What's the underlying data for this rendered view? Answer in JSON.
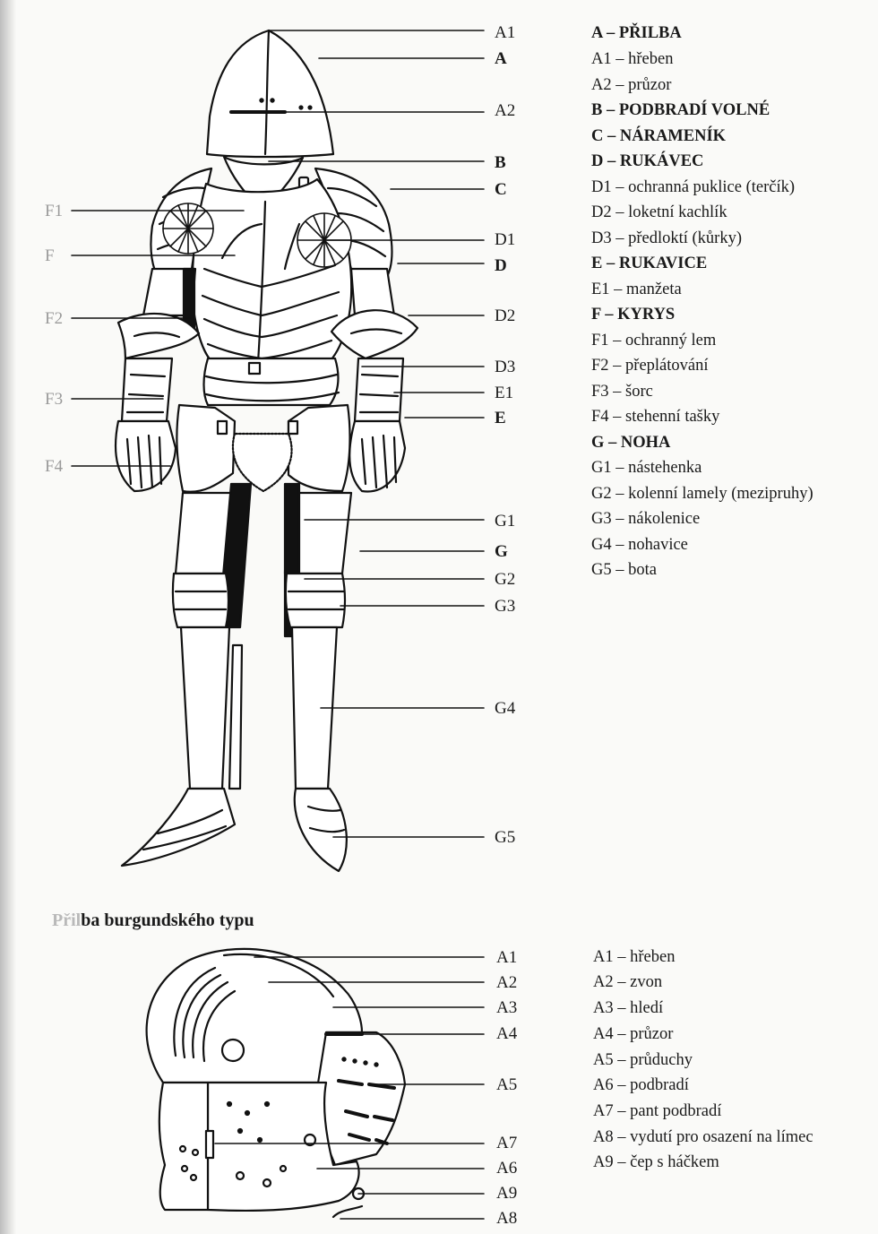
{
  "armor": {
    "labels": {
      "A1": "A1",
      "A": "A",
      "A2": "A2",
      "B": "B",
      "C": "C",
      "D1": "D1",
      "D": "D",
      "D2": "D2",
      "D3": "D3",
      "E1": "E1",
      "E": "E",
      "G1": "G1",
      "G": "G",
      "G2": "G2",
      "G3": "G3",
      "G4": "G4",
      "G5": "G5",
      "F1": "F1",
      "F": "F",
      "F2": "F2",
      "F3": "F3",
      "F4": "F4"
    },
    "legend": [
      {
        "text": "A – PŘILBA",
        "bold": true
      },
      {
        "text": "A1 – hřeben",
        "bold": false
      },
      {
        "text": "A2 – průzor",
        "bold": false
      },
      {
        "text": "B – PODBRADÍ VOLNÉ",
        "bold": true
      },
      {
        "text": "C – NÁRAMENÍK",
        "bold": true
      },
      {
        "text": "D – RUKÁVEC",
        "bold": true
      },
      {
        "text": "D1 – ochranná puklice (terčík)",
        "bold": false
      },
      {
        "text": "D2 – loketní kachlík",
        "bold": false
      },
      {
        "text": "D3 – předloktí (kůrky)",
        "bold": false
      },
      {
        "text": "E – RUKAVICE",
        "bold": true
      },
      {
        "text": "E1 – manžeta",
        "bold": false
      },
      {
        "text": "F – KYRYS",
        "bold": true
      },
      {
        "text": "F1 – ochranný lem",
        "bold": false
      },
      {
        "text": "F2 – přeplátování",
        "bold": false
      },
      {
        "text": "F3 – šorc",
        "bold": false
      },
      {
        "text": "F4 – stehenní tašky",
        "bold": false
      },
      {
        "text": "G – NOHA",
        "bold": true
      },
      {
        "text": "G1 – nástehenka",
        "bold": false
      },
      {
        "text": "G2 – kolenní lamely (mezipruhy)",
        "bold": false
      },
      {
        "text": "G3 – nákolenice",
        "bold": false
      },
      {
        "text": "G4 – nohavice",
        "bold": false
      },
      {
        "text": "G5 – bota",
        "bold": false
      }
    ]
  },
  "helmet": {
    "title_faded": "Přil",
    "title_rest": "ba burgundského typu",
    "labels": {
      "A1": "A1",
      "A2": "A2",
      "A3": "A3",
      "A4": "A4",
      "A5": "A5",
      "A7": "A7",
      "A6": "A6",
      "A9": "A9",
      "A8": "A8"
    },
    "legend": [
      "A1 – hřeben",
      "A2 – zvon",
      "A3 – hledí",
      "A4 – průzor",
      "A5 – průduchy",
      "A6 – podbradí",
      "A7 – pant podbradí",
      "A8 – vydutí pro osazení na límec",
      "A9 – čep s háčkem"
    ]
  }
}
